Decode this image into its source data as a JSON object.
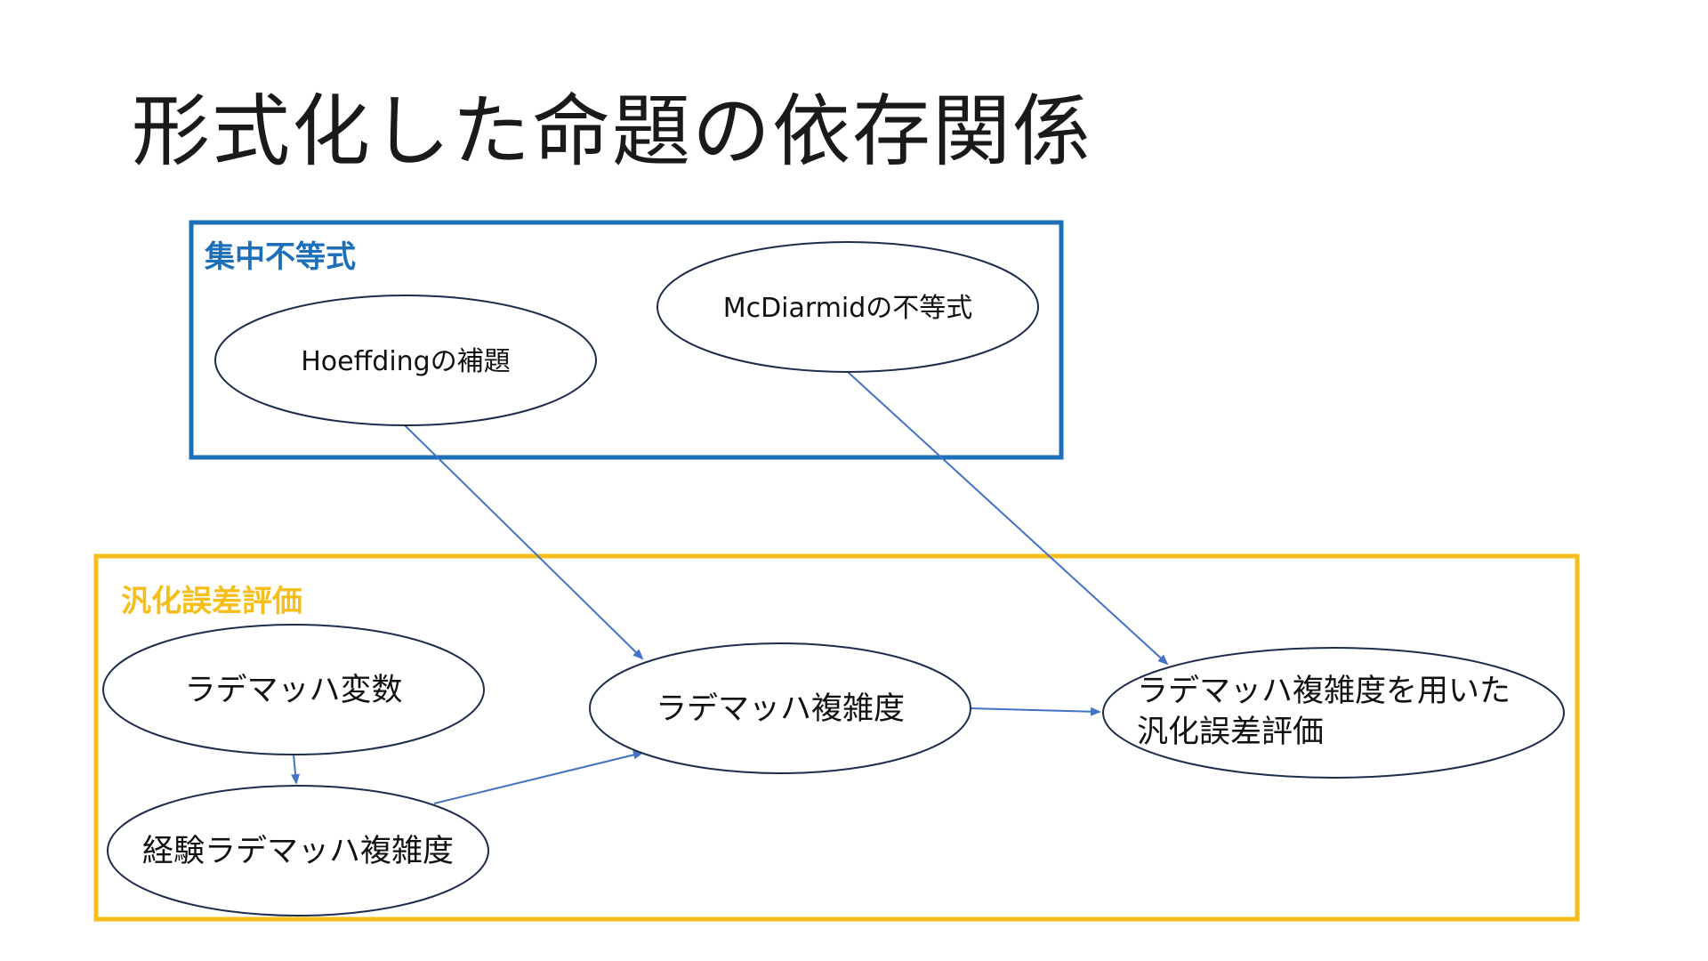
{
  "slide": {
    "title": "形式化した命題の依存関係"
  },
  "groups": {
    "concentration": {
      "label": "集中不等式",
      "color": "#1c6fb8"
    },
    "generalization": {
      "label": "汎化誤差評価",
      "color": "#f5be1a"
    }
  },
  "nodes": {
    "hoeffding": {
      "label": "Hoeffdingの補題"
    },
    "mcdiarmid": {
      "label": "McDiarmidの不等式"
    },
    "rademacher_variable": {
      "label": "ラデマッハ変数"
    },
    "empirical_rademacher": {
      "label": "経験ラデマッハ複雑度"
    },
    "rademacher_complexity": {
      "label": "ラデマッハ複雑度"
    },
    "generalization_bound": {
      "line1": "ラデマッハ複雑度を用いた",
      "line2": "汎化誤差評価"
    }
  },
  "style": {
    "node_stroke": "#1f2d4d",
    "arrow_color": "#4472c4",
    "text_color": "#111111"
  }
}
